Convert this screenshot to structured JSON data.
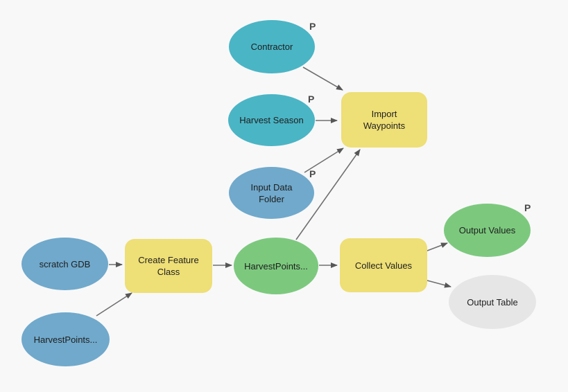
{
  "diagram": {
    "kind": "geoprocessing-model-flowchart",
    "colors": {
      "background": "#f8f8f9",
      "input_parameter_teal": "#4ab5c5",
      "data_blue": "#70a9cb",
      "derived_green": "#7cc97e",
      "tool_yellow": "#eedf76",
      "inactive_gray": "#e6e6e7",
      "connector_gray": "#6f6f6f",
      "arrowhead_gray": "#575757",
      "label_text": "#1e1e1e",
      "badge_text": "#4a4a4a"
    },
    "nodes": [
      {
        "id": "contractor",
        "label": "Contractor",
        "shape": "ellipse",
        "role": "input-variable",
        "color": "#4ab5c5",
        "parameter": "P"
      },
      {
        "id": "harvest-season",
        "label": "Harvest Season",
        "shape": "ellipse",
        "role": "input-variable",
        "color": "#4ab5c5",
        "parameter": "P"
      },
      {
        "id": "input-data-folder",
        "label": "Input Data Folder",
        "shape": "ellipse",
        "role": "input-variable",
        "color": "#70a9cb",
        "parameter": "P"
      },
      {
        "id": "import-waypoints",
        "label": "Import Waypoints",
        "shape": "rounded-rect",
        "role": "tool",
        "color": "#eedf76"
      },
      {
        "id": "scratch-gdb",
        "label": "scratch GDB",
        "shape": "ellipse",
        "role": "input-variable",
        "color": "#70a9cb"
      },
      {
        "id": "create-feature-class",
        "label": "Create Feature Class",
        "shape": "rounded-rect",
        "role": "tool",
        "color": "#eedf76"
      },
      {
        "id": "harvestpoints-derived",
        "label": "HarvestPoints...",
        "shape": "ellipse",
        "role": "derived-data",
        "color": "#7cc97e"
      },
      {
        "id": "collect-values",
        "label": "Collect Values",
        "shape": "rounded-rect",
        "role": "tool",
        "color": "#eedf76"
      },
      {
        "id": "output-values",
        "label": "Output Values",
        "shape": "ellipse",
        "role": "derived-data",
        "color": "#7cc97e",
        "parameter": "P"
      },
      {
        "id": "output-table",
        "label": "Output Table",
        "shape": "ellipse",
        "role": "output-data",
        "color": "#e6e6e7"
      },
      {
        "id": "harvestpoints-source",
        "label": "HarvestPoints...",
        "shape": "ellipse",
        "role": "input-variable",
        "color": "#70a9cb"
      }
    ],
    "edges": [
      {
        "from": "contractor",
        "to": "import-waypoints"
      },
      {
        "from": "harvest-season",
        "to": "import-waypoints"
      },
      {
        "from": "input-data-folder",
        "to": "import-waypoints"
      },
      {
        "from": "harvestpoints-derived",
        "to": "import-waypoints"
      },
      {
        "from": "scratch-gdb",
        "to": "create-feature-class"
      },
      {
        "from": "harvestpoints-source",
        "to": "create-feature-class"
      },
      {
        "from": "create-feature-class",
        "to": "harvestpoints-derived"
      },
      {
        "from": "harvestpoints-derived",
        "to": "collect-values"
      },
      {
        "from": "collect-values",
        "to": "output-values"
      },
      {
        "from": "collect-values",
        "to": "output-table"
      }
    ]
  }
}
